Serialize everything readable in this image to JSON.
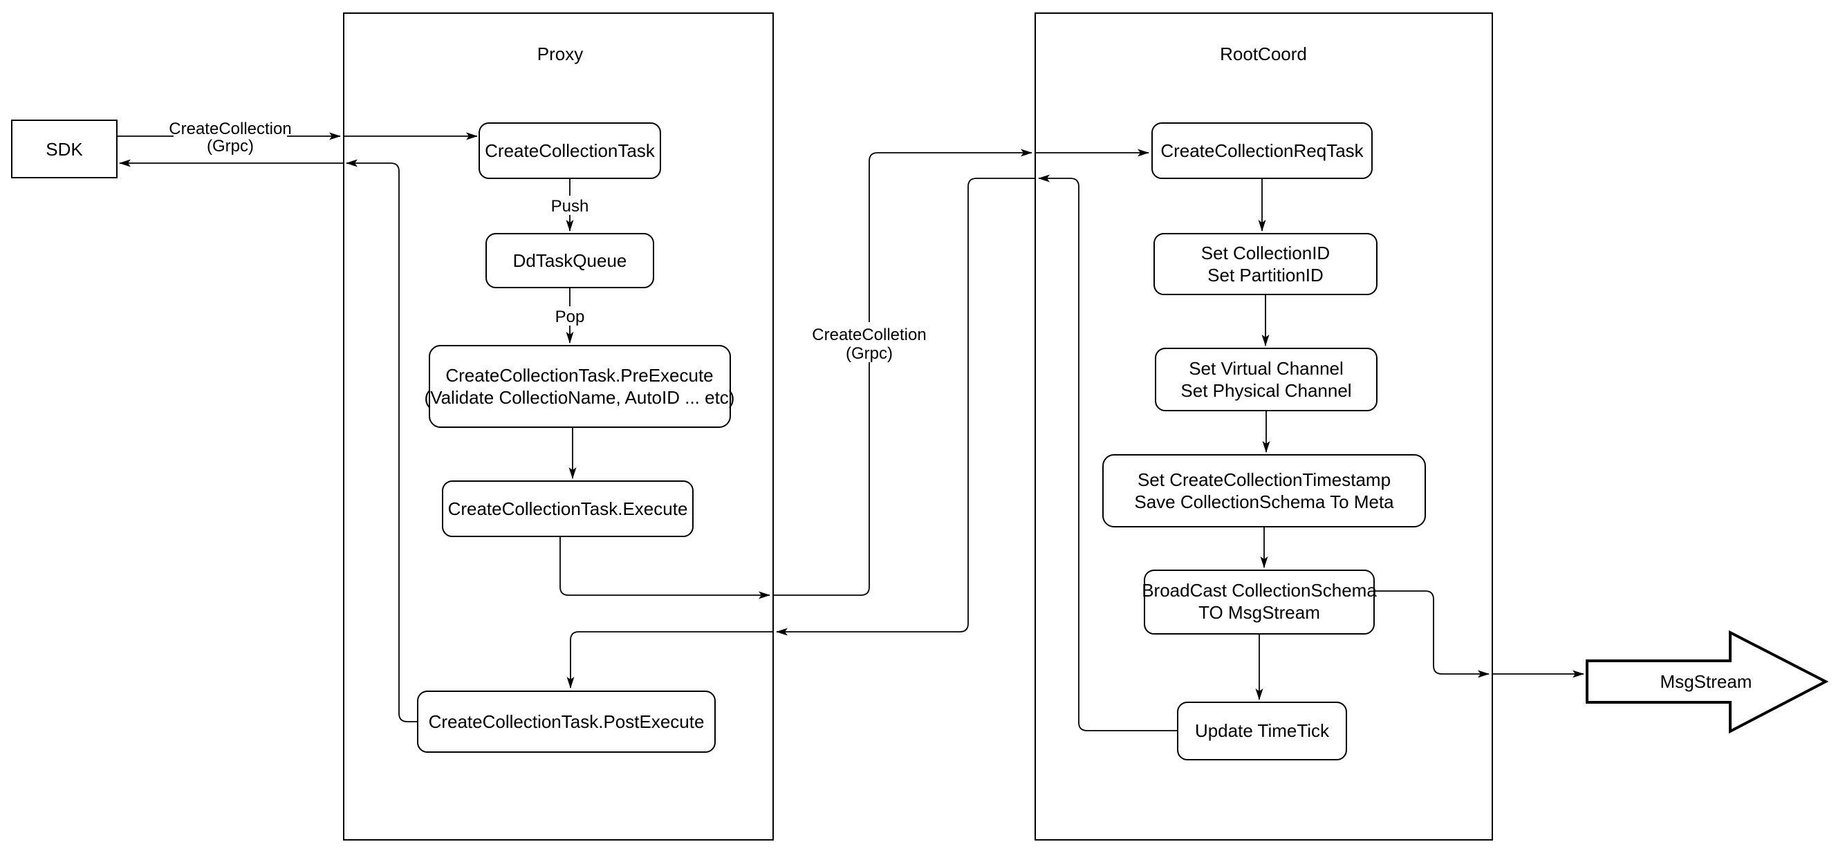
{
  "diagram": {
    "colors": {
      "stroke": "#000000",
      "shape_fill": "#ffffff",
      "background": "#ffffff",
      "text": "#000000"
    },
    "containers": {
      "proxy": {
        "title": "Proxy"
      },
      "rootcoord": {
        "title": "RootCoord"
      }
    },
    "nodes": {
      "sdk": {
        "label": "SDK"
      },
      "create_collection_task": {
        "label": "CreateCollectionTask"
      },
      "dd_task_queue": {
        "label": "DdTaskQueue"
      },
      "pre_execute": {
        "line1": "CreateCollectionTask.PreExecute",
        "line2": "(Validate CollectioName, AutoID ... etc)"
      },
      "execute": {
        "label": "CreateCollectionTask.Execute"
      },
      "post_execute": {
        "label": "CreateCollectionTask.PostExecute"
      },
      "create_collection_req_task": {
        "label": "CreateCollectionReqTask"
      },
      "set_ids": {
        "line1": "Set CollectionID",
        "line2": "Set PartitionID"
      },
      "set_channels": {
        "line1": "Set Virtual Channel",
        "line2": "Set Physical Channel"
      },
      "set_timestamp": {
        "line1": "Set CreateCollectionTimestamp",
        "line2": "Save CollectionSchema To Meta"
      },
      "broadcast": {
        "line1": "BroadCast CollectionSchema",
        "line2": "TO MsgStream"
      },
      "update_timetick": {
        "label": "Update TimeTick"
      },
      "msgstream": {
        "label": "MsgStream"
      }
    },
    "edge_labels": {
      "sdk_to_proxy": {
        "line1": "CreateCollection",
        "line2": "(Grpc)"
      },
      "push": "Push",
      "pop": "Pop",
      "proxy_to_rootcoord": {
        "line1": "CreateColletion",
        "line2": "(Grpc)"
      }
    }
  }
}
